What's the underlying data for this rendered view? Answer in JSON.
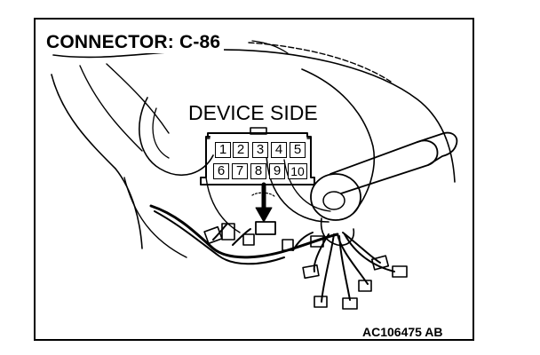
{
  "connector": {
    "title": "CONNECTOR: C-86",
    "side_label": "DEVICE SIDE",
    "pins_top": [
      "1",
      "2",
      "3",
      "4",
      "5"
    ],
    "pins_bottom": [
      "6",
      "7",
      "8",
      "9",
      "10"
    ]
  },
  "figure_code": "AC106475 AB"
}
